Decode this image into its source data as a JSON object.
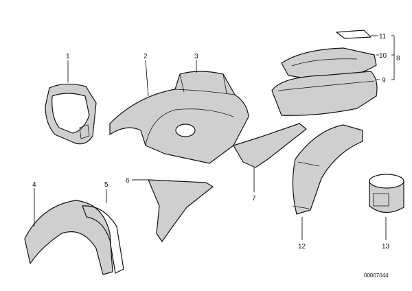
{
  "callouts": {
    "c1": "1",
    "c2": "2",
    "c3": "3",
    "c4": "4",
    "c5": "5",
    "c6": "6",
    "c7": "7",
    "c8": "8",
    "c9": "9",
    "c10": "10",
    "c11": "11",
    "c12": "12",
    "c13": "13"
  },
  "drawing_code": "00007044"
}
